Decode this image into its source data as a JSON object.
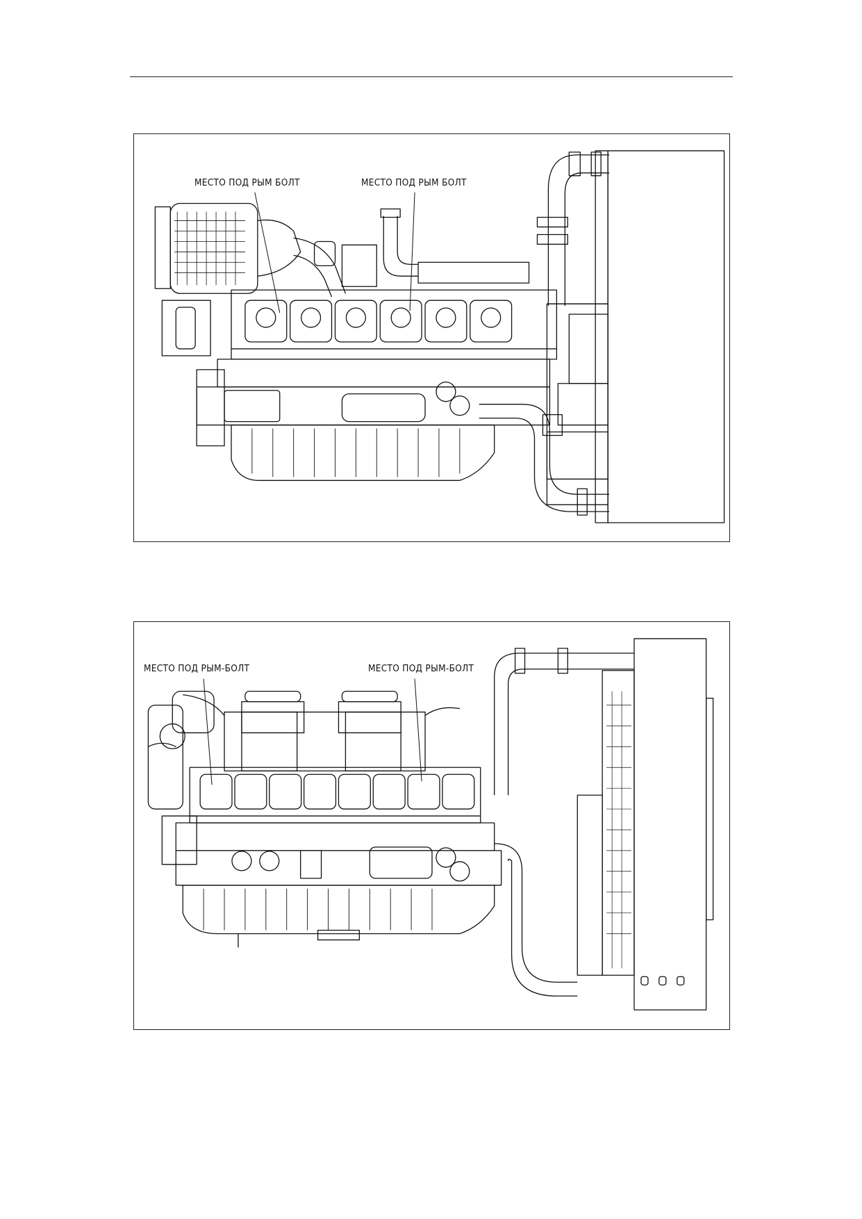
{
  "figures": [
    {
      "callouts": [
        {
          "label": "МЕСТО ПОД РЫМ БОЛТ"
        },
        {
          "label": "МЕСТО ПОД РЫМ БОЛТ"
        }
      ]
    },
    {
      "callouts": [
        {
          "label": "МЕСТО ПОД РЫМ-БОЛТ"
        },
        {
          "label": "МЕСТО ПОД РЫМ-БОЛТ"
        }
      ]
    }
  ]
}
